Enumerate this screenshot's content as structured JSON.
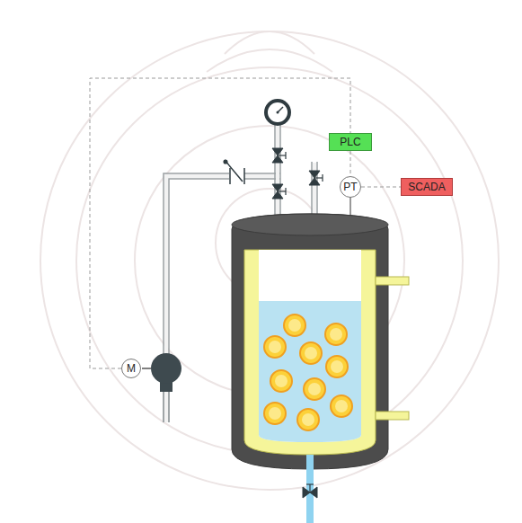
{
  "diagram": {
    "nodes": [
      {
        "text": [
          "PLC"
        ]
      },
      {
        "text": [
          "PT"
        ]
      },
      {
        "text": [
          "SCADA"
        ]
      },
      {
        "text": [
          "M"
        ]
      }
    ],
    "edges": [
      {
        "from": 3,
        "to": 0,
        "arrow": "none"
      },
      {
        "from": 0,
        "to": 1,
        "arrow": "none"
      },
      {
        "from": 1,
        "to": 2,
        "arrow": "none"
      }
    ]
  }
}
